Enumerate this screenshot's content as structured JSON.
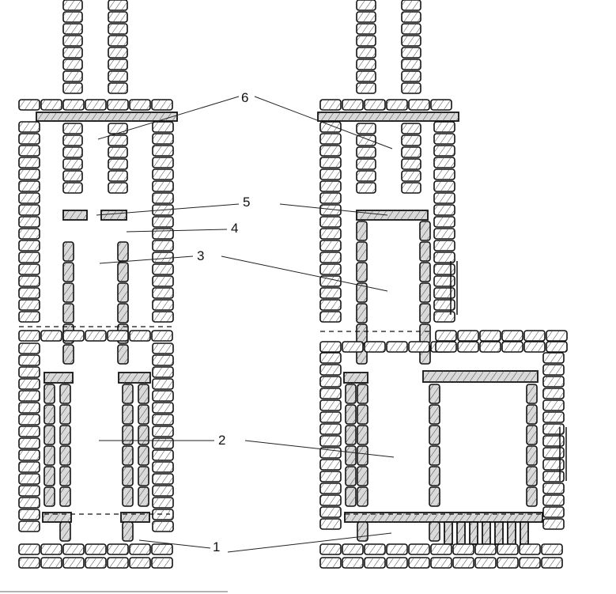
{
  "diagram": {
    "callouts": [
      {
        "id": "1",
        "text": "1"
      },
      {
        "id": "2",
        "text": "2"
      },
      {
        "id": "3",
        "text": "3"
      },
      {
        "id": "4",
        "text": "4"
      },
      {
        "id": "5",
        "text": "5"
      },
      {
        "id": "6",
        "text": "6"
      }
    ]
  },
  "colors": {
    "brick_fill": "#ffffff",
    "fireclay_fill": "#d9d9d9",
    "stroke": "#111111",
    "leader": "#222222"
  }
}
